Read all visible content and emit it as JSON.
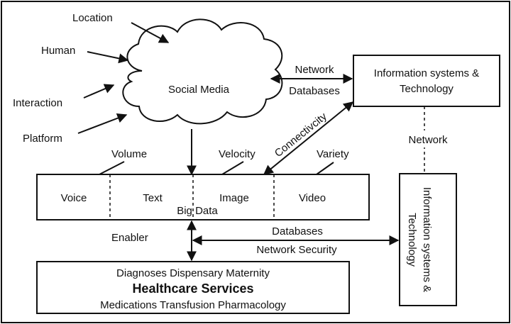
{
  "social_inputs": [
    "Location",
    "Human",
    "Interaction",
    "Platform"
  ],
  "cloud_label": "Social Media",
  "network_databases": [
    "Network",
    "Databases"
  ],
  "info_top_label": [
    "Information systems &",
    "Technology"
  ],
  "connectivity_label": "Connectivcity",
  "network_label": "Network",
  "v_labels": [
    "Volume",
    "Velocity",
    "Variety"
  ],
  "big_data": {
    "cells": [
      "Voice",
      "Text",
      "Image",
      "Video"
    ],
    "title": "Big Data"
  },
  "enabler_label": "Enabler",
  "databases_label": "Databases",
  "network_security_label": "Network Security",
  "info_right_label": [
    "Information systems &",
    "Technology"
  ],
  "healthcare": {
    "line1": "Diagnoses Dispensary Maternity",
    "title": "Healthcare Services",
    "line3": "Medications Transfusion Pharmacology"
  }
}
